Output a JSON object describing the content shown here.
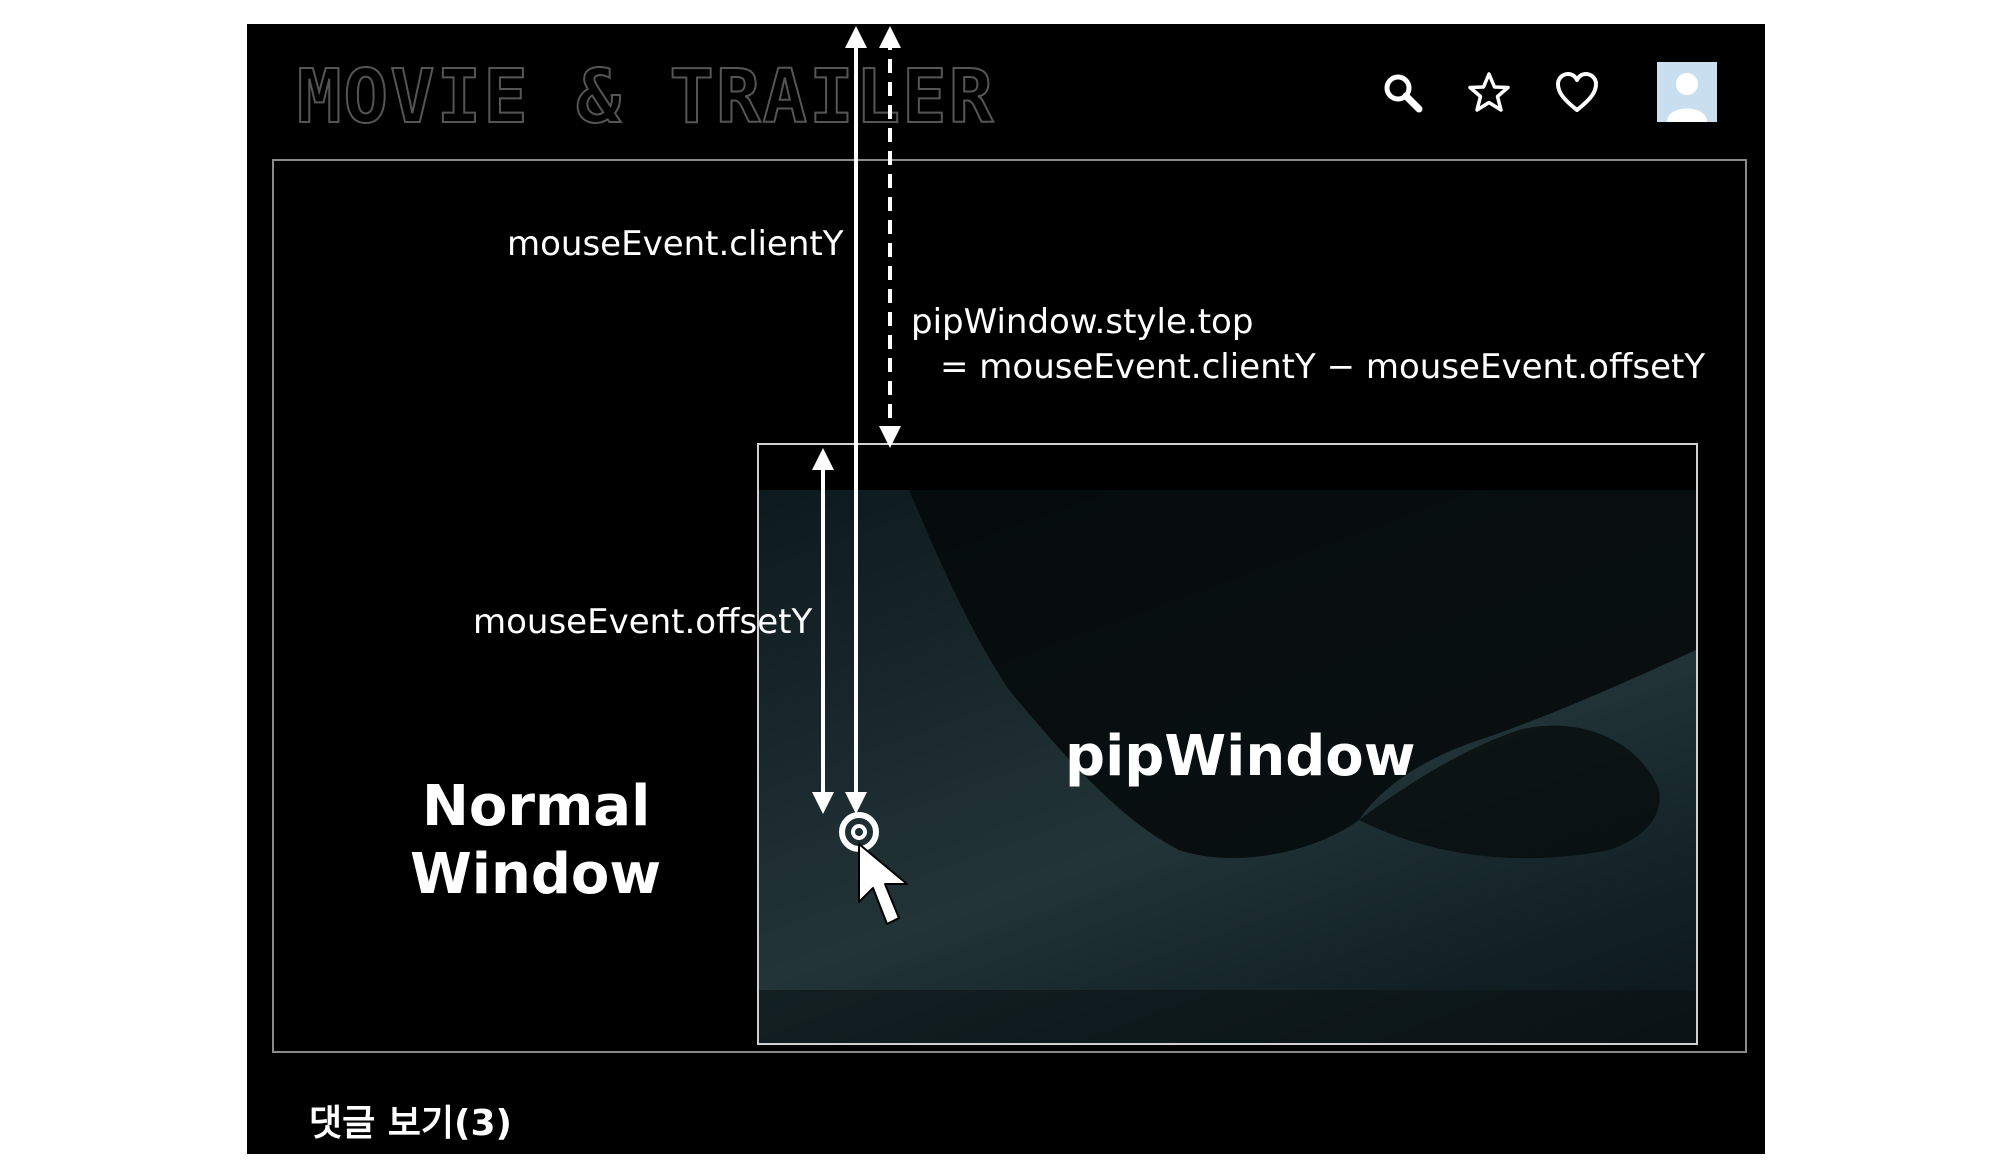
{
  "header": {
    "logo_text": "MOVIE & TRAILER",
    "icons": [
      "search-icon",
      "star-icon",
      "heart-icon",
      "avatar"
    ]
  },
  "diagram": {
    "client_y_label": "mouseEvent.clientY",
    "style_top_line1": "pipWindow.style.top",
    "style_top_line2": "= mouseEvent.clientY − mouseEvent.offsetY",
    "offset_y_label": "mouseEvent.offsetY",
    "normal_window_line1": "Normal",
    "normal_window_line2": "Window",
    "pip_window_label": "pipWindow"
  },
  "footer": {
    "comments_link": "댓글 보기(3)"
  },
  "colors": {
    "background": "#000000",
    "outer_border": "#8a8a8a",
    "pip_border": "#d0d0d0",
    "text": "#ffffff"
  }
}
